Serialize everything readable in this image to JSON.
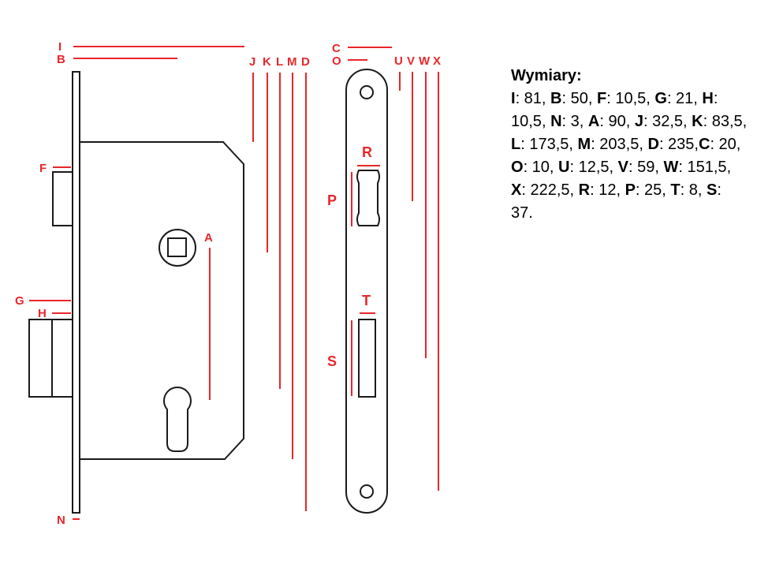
{
  "colors": {
    "dimension": "#e8262b",
    "outline": "#1a1a1a",
    "background": "#ffffff"
  },
  "lock_labels": {
    "I": "I",
    "B": "B",
    "J": "J",
    "K": "K",
    "L": "L",
    "M": "M",
    "D": "D",
    "F": "F",
    "G": "G",
    "H": "H",
    "A": "A",
    "N": "N"
  },
  "strike_labels": {
    "C": "C",
    "O": "O",
    "U": "U",
    "V": "V",
    "W": "W",
    "X": "X",
    "R": "R",
    "P": "P",
    "T": "T",
    "S": "S"
  },
  "spec": {
    "title": "Wymiary:",
    "items": [
      {
        "key": "I",
        "value": "81"
      },
      {
        "key": "B",
        "value": "50"
      },
      {
        "key": "F",
        "value": "10,5"
      },
      {
        "key": "G",
        "value": "21"
      },
      {
        "key": "H",
        "value": "10,5"
      },
      {
        "key": "N",
        "value": "3"
      },
      {
        "key": "A",
        "value": "90"
      },
      {
        "key": "J",
        "value": "32,5"
      },
      {
        "key": "K",
        "value": "83,5"
      },
      {
        "key": "L",
        "value": "173,5"
      },
      {
        "key": "M",
        "value": "203,5"
      },
      {
        "key": "D",
        "value": "235"
      },
      {
        "key": "C",
        "value": "20"
      },
      {
        "key": "O",
        "value": "10"
      },
      {
        "key": "U",
        "value": "12,5"
      },
      {
        "key": "V",
        "value": "59"
      },
      {
        "key": "W",
        "value": "151,5"
      },
      {
        "key": "X",
        "value": "222,5"
      },
      {
        "key": "R",
        "value": "12"
      },
      {
        "key": "P",
        "value": "25"
      },
      {
        "key": "T",
        "value": "8"
      },
      {
        "key": "S",
        "value": "37"
      }
    ]
  }
}
